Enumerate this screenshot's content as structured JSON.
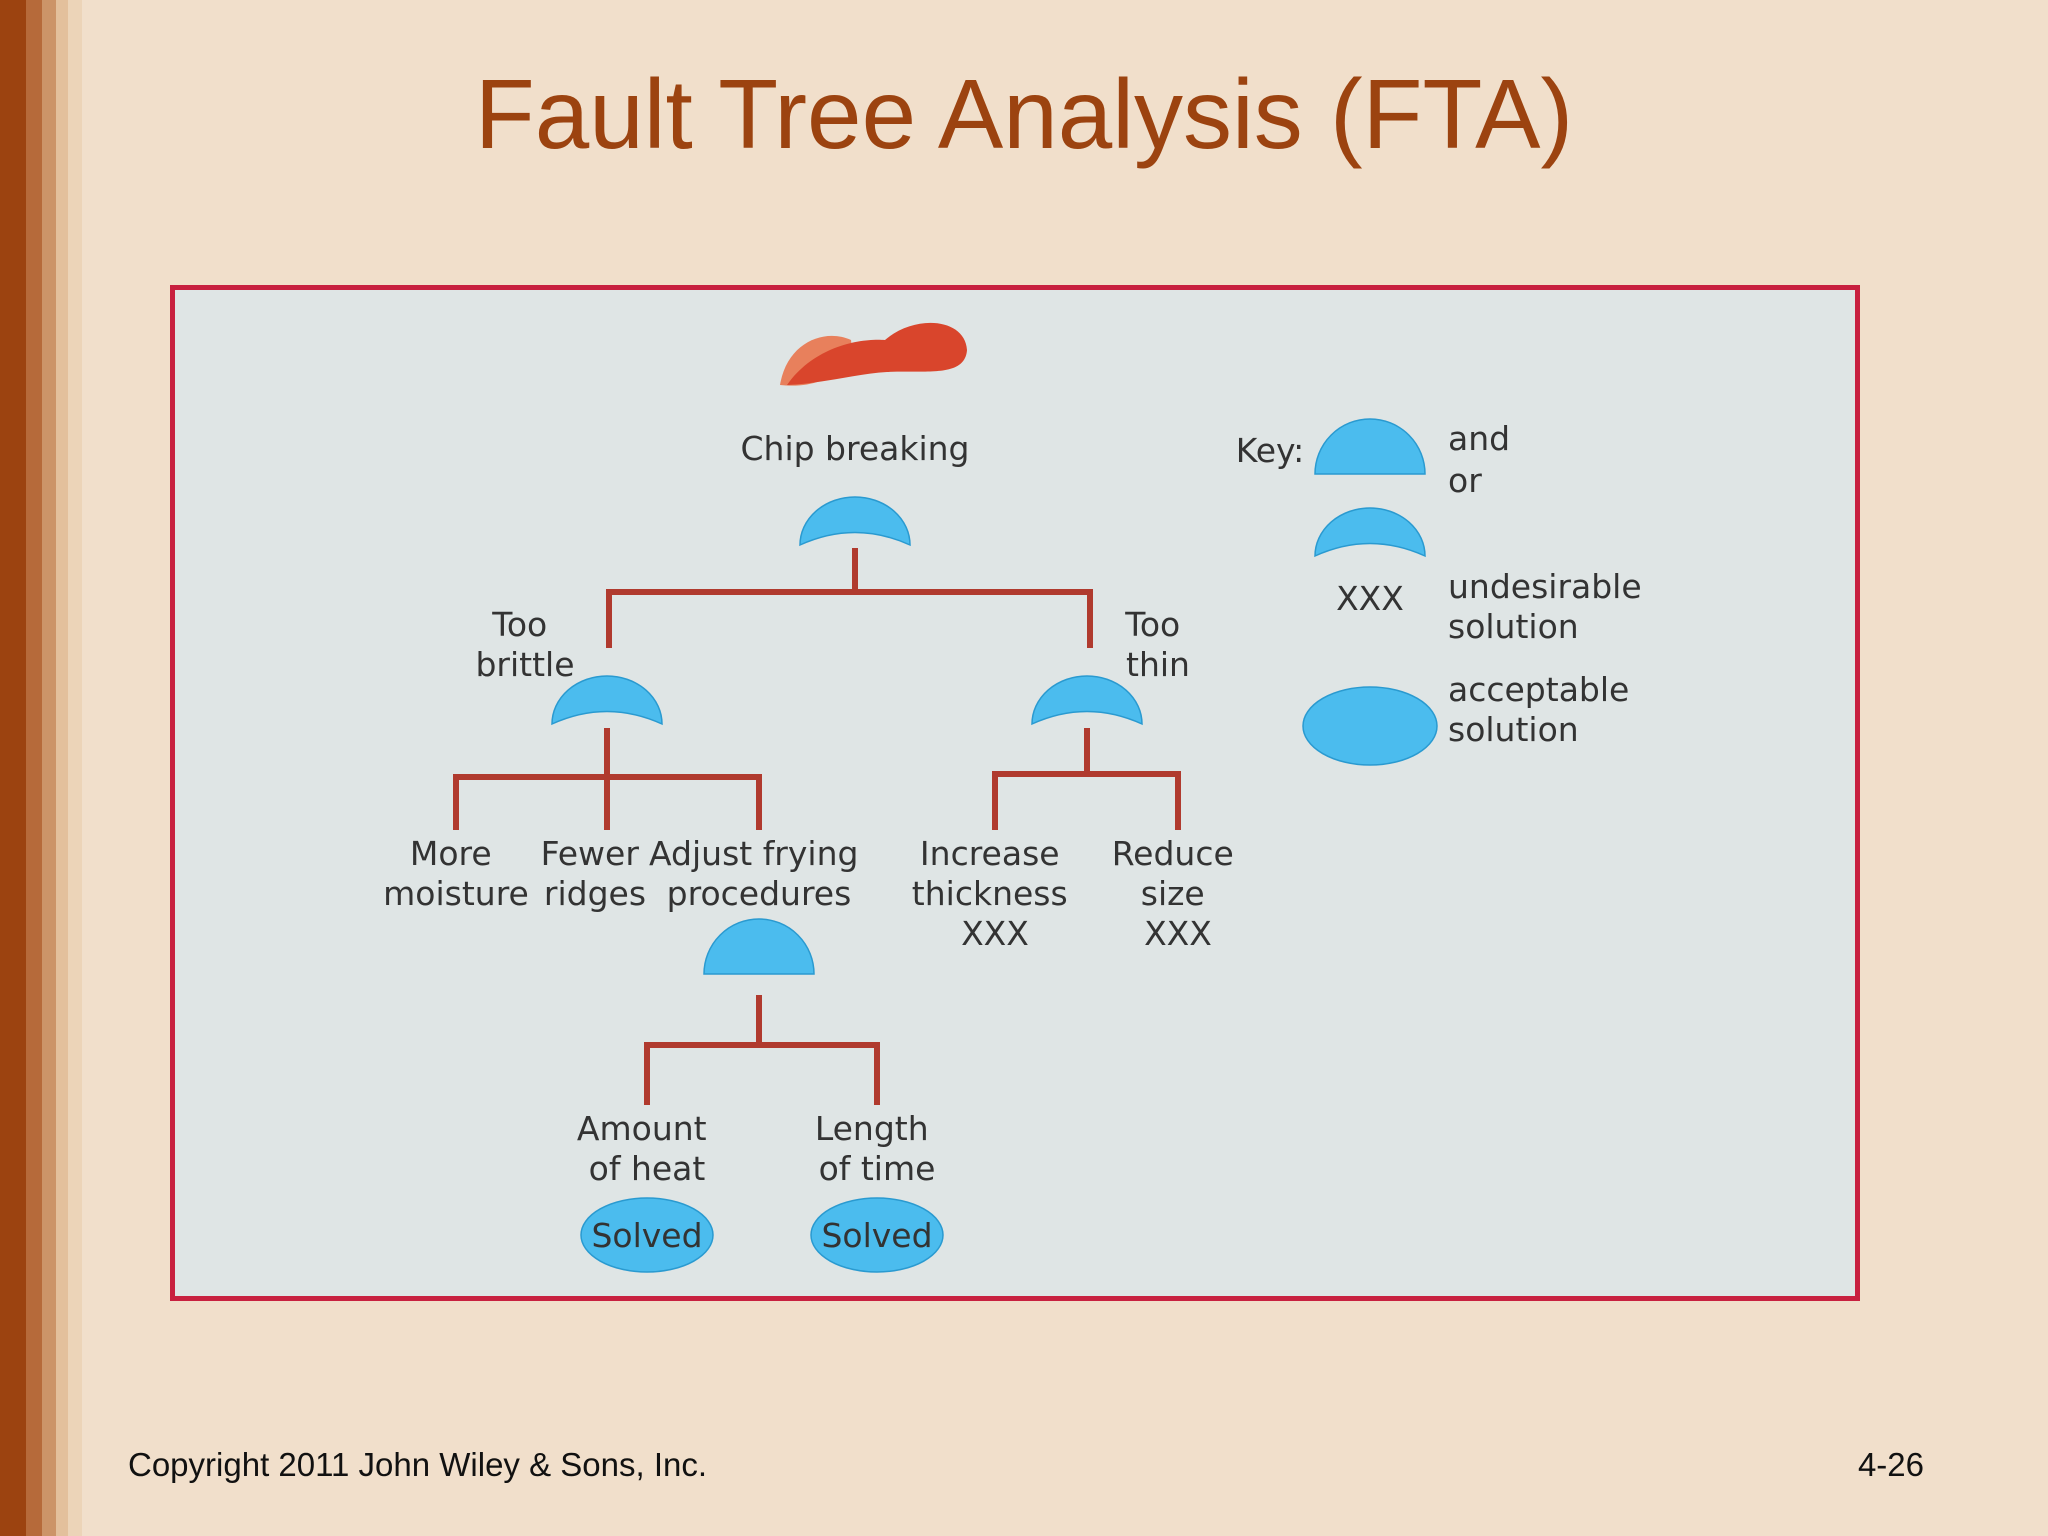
{
  "slide": {
    "title": "Fault Tree Analysis (FTA)",
    "copyright": "Copyright 2011 John Wiley & Sons, Inc.",
    "page_number": "4-26"
  },
  "diagram": {
    "top_event": "Chip breaking",
    "too_brittle": [
      "Too",
      "brittle"
    ],
    "too_thin": [
      "Too",
      "thin"
    ],
    "more_moisture": [
      "More",
      "moisture"
    ],
    "fewer_ridges": [
      "Fewer",
      "ridges"
    ],
    "adjust_frying": [
      "Adjust frying",
      "procedures"
    ],
    "increase_thickness": [
      "Increase",
      "thickness",
      "XXX"
    ],
    "reduce_size": [
      "Reduce",
      "size",
      "XXX"
    ],
    "amount_of_heat": [
      "Amount",
      "of heat"
    ],
    "length_of_time": [
      "Length",
      "of time"
    ],
    "solved_label": "Solved"
  },
  "key": {
    "title": "Key:",
    "and_label": "and",
    "or_label": "or",
    "xxx_symbol": "XXX",
    "undesirable": [
      "undesirable",
      "solution"
    ],
    "acceptable": [
      "acceptable",
      "solution"
    ]
  },
  "colors": {
    "title": "#9c4310",
    "gate_fill": "#4bbcee",
    "connector": "#b03a2e",
    "panel_border": "#c8203f",
    "panel_bg": "#dfe5e5"
  }
}
